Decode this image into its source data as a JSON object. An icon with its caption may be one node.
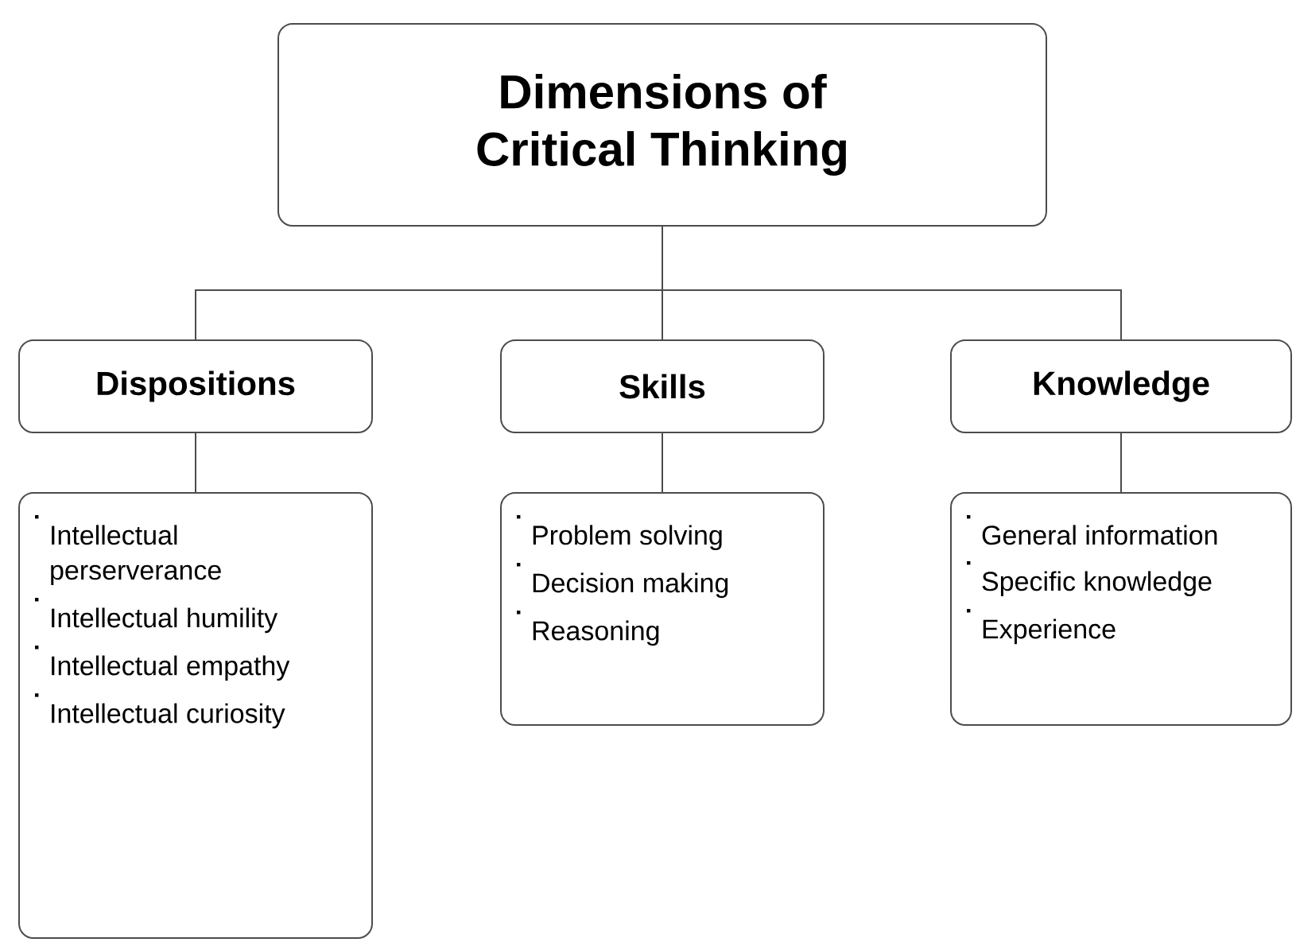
{
  "diagram": {
    "nodes": [
      {
        "text": [
          "Dimensions of Critical Thinking"
        ]
      },
      {
        "text": [
          "Dispositions"
        ]
      },
      {
        "text": [
          "Skills"
        ]
      },
      {
        "text": [
          "Knowledge"
        ]
      },
      {
        "text": [
          "Intellectual perserverance",
          "Intellectual humility",
          "Intellectual empathy",
          "Intellectual curiosity"
        ]
      },
      {
        "text": [
          "Problem solving",
          "Decision making",
          "Reasoning"
        ]
      },
      {
        "text": [
          "General information",
          "Specific knowledge",
          "Experience"
        ]
      }
    ],
    "edges": [
      {
        "from": 0,
        "to": 1,
        "arrow": "none"
      },
      {
        "from": 0,
        "to": 2,
        "arrow": "none"
      },
      {
        "from": 0,
        "to": 3,
        "arrow": "none"
      },
      {
        "from": 1,
        "to": 4,
        "arrow": "none"
      },
      {
        "from": 2,
        "to": 5,
        "arrow": "none"
      },
      {
        "from": 3,
        "to": 6,
        "arrow": "none"
      }
    ]
  }
}
